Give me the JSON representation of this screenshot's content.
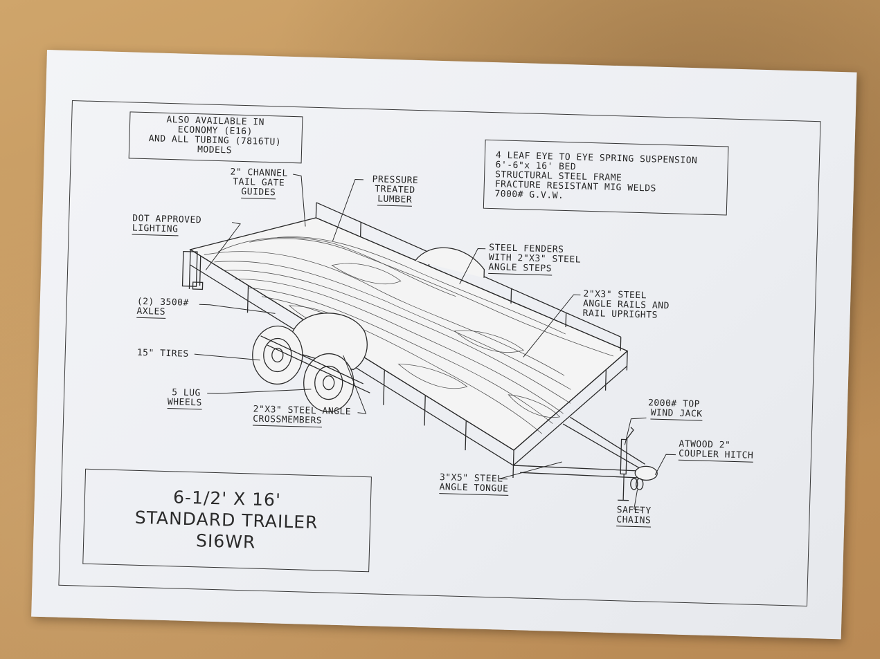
{
  "availability_note": [
    "ALSO AVAILABLE IN",
    "ECONOMY (E16)",
    "AND ALL TUBING (7816TU)",
    "MODELS"
  ],
  "spec_list": [
    "4 LEAF EYE TO EYE SPRING SUSPENSION",
    "6'-6\"x 16' BED",
    "STRUCTURAL STEEL FRAME",
    "FRACTURE RESISTANT MIG WELDS",
    "7000# G.V.W."
  ],
  "callouts": {
    "channel_tailgate": [
      "2\" CHANNEL",
      "TAIL GATE",
      "GUIDES"
    ],
    "lumber": [
      "PRESSURE",
      "TREATED",
      "LUMBER"
    ],
    "lighting": [
      "DOT APPROVED",
      "LIGHTING"
    ],
    "fenders": [
      "STEEL FENDERS",
      "WITH 2\"X3\" STEEL",
      "ANGLE STEPS"
    ],
    "rails": [
      "2\"X3\" STEEL",
      "ANGLE RAILS AND",
      "RAIL UPRIGHTS"
    ],
    "axles": [
      "(2) 3500#",
      "AXLES"
    ],
    "tires": [
      "15\" TIRES"
    ],
    "wheels": [
      "5 LUG",
      "WHEELS"
    ],
    "crossmembers": [
      "2\"X3\" STEEL ANGLE",
      "CROSSMEMBERS"
    ],
    "jack": [
      "2000# TOP",
      "WIND JACK"
    ],
    "coupler": [
      "ATWOOD 2\"",
      "COUPLER HITCH"
    ],
    "tongue": [
      "3\"X5\" STEEL",
      "ANGLE TONGUE"
    ],
    "chains": [
      "SAFETY",
      "CHAINS"
    ]
  },
  "title_block": [
    "6-1/2' X 16'",
    "STANDARD TRAILER",
    "SI6WR"
  ],
  "colors": {
    "paper": "#eef0f3",
    "ink": "#262626",
    "background": "#c49a62"
  }
}
